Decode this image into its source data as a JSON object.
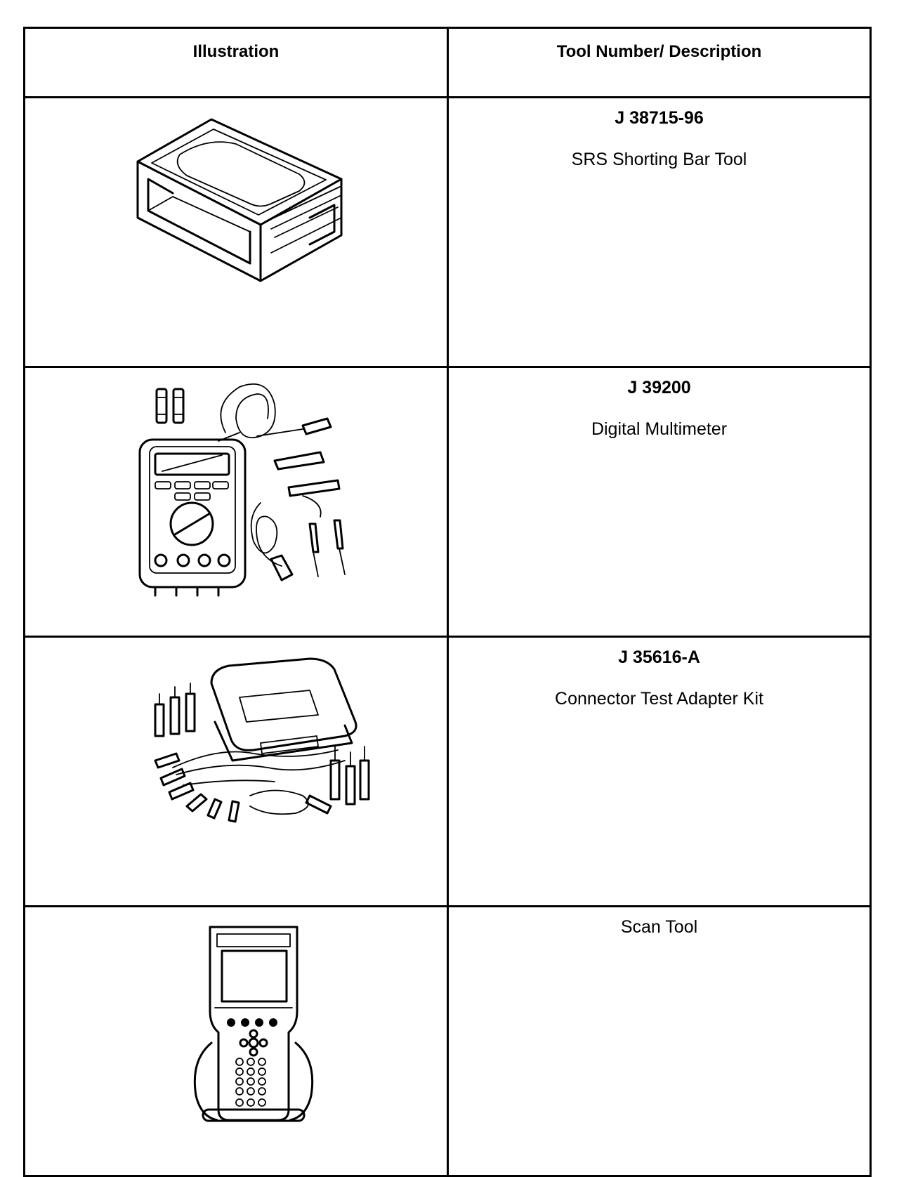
{
  "table": {
    "headers": {
      "illustration": "Illustration",
      "description": "Tool Number/ Description"
    },
    "rows": [
      {
        "tool_number": "J 38715-96",
        "description": "SRS Shorting Bar Tool",
        "illustration_icon": "shorting-bar-tool-icon"
      },
      {
        "tool_number": "J 39200",
        "description": "Digital Multimeter",
        "illustration_icon": "digital-multimeter-icon"
      },
      {
        "tool_number": "J 35616-A",
        "description": "Connector Test Adapter Kit",
        "illustration_icon": "test-adapter-kit-icon"
      },
      {
        "tool_number": "",
        "description": "Scan Tool",
        "illustration_icon": "scan-tool-icon"
      }
    ]
  }
}
